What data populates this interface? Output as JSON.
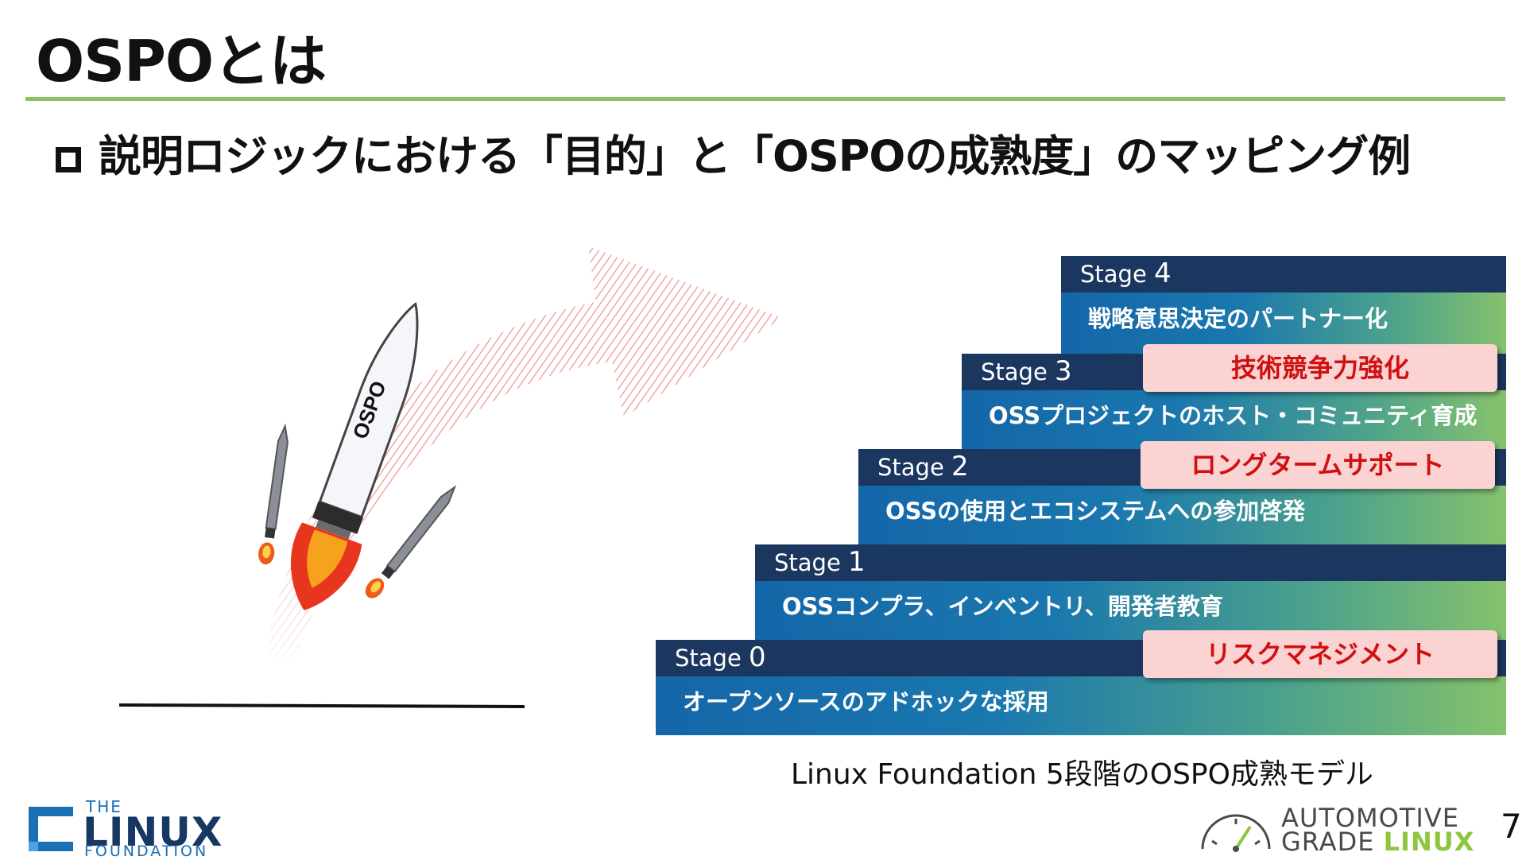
{
  "slide": {
    "title": "OSPOとは",
    "subtitle": "説明ロジックにおける「目的」と「OSPOの成熟度」のマッピング例",
    "page_number": "7"
  },
  "illustration": {
    "rocket_label": "OSPO"
  },
  "maturity_model": {
    "caption": "Linux Foundation 5段階のOSPO成熟モデル",
    "stage_word": "Stage",
    "stages": [
      {
        "num": "0",
        "desc": "オープンソースのアドホックな採用"
      },
      {
        "num": "1",
        "desc": "OSSコンプラ、インベントリ、開発者教育"
      },
      {
        "num": "2",
        "desc": "OSSの使用とエコシステムへの参加啓発"
      },
      {
        "num": "3",
        "desc": "OSSプロジェクトのホスト・コミュニティ育成"
      },
      {
        "num": "4",
        "desc": "戦略意思決定のパートナー化"
      }
    ],
    "callouts": [
      {
        "text": "リスクマネジメント",
        "stage": "0"
      },
      {
        "text": "ロングタームサポート",
        "stage": "2"
      },
      {
        "text": "技術競争力強化",
        "stage": "3"
      }
    ]
  },
  "logos": {
    "lf": {
      "the": "THE",
      "linux": "LINUX",
      "foundation": "FOUNDATION"
    },
    "agl": {
      "line1": "AUTOMOTIVE",
      "line2_a": "GRADE ",
      "line2_b": "LINUX"
    }
  },
  "colors": {
    "rule_green": "#8cc063",
    "stage_bar_navy": "#1b365f",
    "callout_bg": "#fbd3d3",
    "callout_text": "#d01010",
    "agl_green": "#8dc63f"
  }
}
